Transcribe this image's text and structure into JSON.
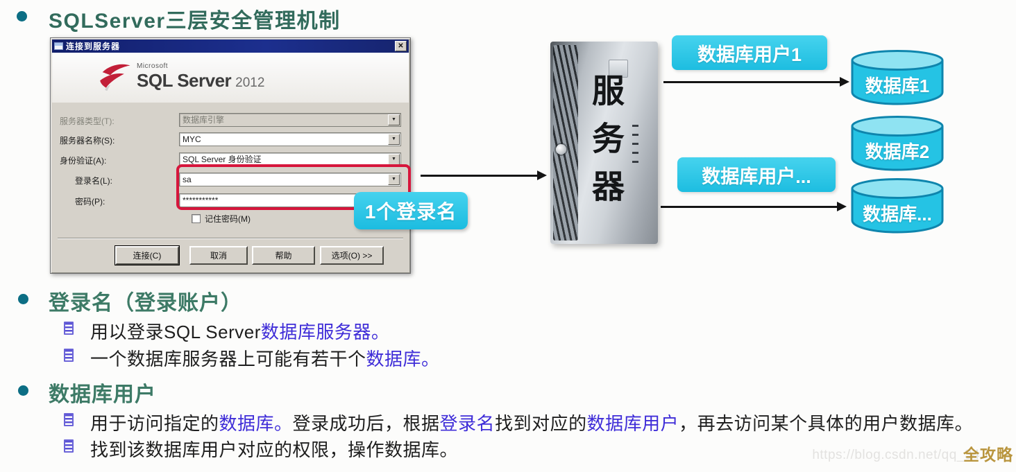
{
  "page": {
    "title": "SQLServer三层安全管理机制",
    "watermark": {
      "url": "https://blog.csdn.net/qq_34",
      "brand": "全攻略"
    }
  },
  "icons": {
    "close": "✕",
    "dropdown": "▼"
  },
  "colors": {
    "accent_cyan": "#29c5e6",
    "heading_green": "#3d7a66",
    "link_blue": "#3f2dd8",
    "highlight_red": "#d6163c",
    "title_teal": "#326b5c"
  },
  "dialog": {
    "title": "连接到服务器",
    "logo": {
      "brand": "Microsoft",
      "product": "SQL Server",
      "year": "2012"
    },
    "fields": [
      {
        "label": "服务器类型(T):",
        "value": "数据库引擎"
      },
      {
        "label": "服务器名称(S):",
        "value": "MYC"
      },
      {
        "label": "身份验证(A):",
        "value": "SQL Server 身份验证"
      },
      {
        "label": "登录名(L):",
        "value": "sa"
      },
      {
        "label": "密码(P):",
        "value": "***********"
      }
    ],
    "checkbox_label": "记住密码(M)",
    "buttons": [
      {
        "label": "连接(C)"
      },
      {
        "label": "取消"
      },
      {
        "label": "帮助"
      },
      {
        "label": "选项(O) >>"
      }
    ]
  },
  "annotation": {
    "callout": "1个登录名"
  },
  "diagram": {
    "server": "服务器",
    "user_boxes": [
      {
        "label": "数据库用户1"
      },
      {
        "label": "数据库用户..."
      }
    ],
    "databases": [
      {
        "label": "数据库1"
      },
      {
        "label": "数据库2"
      },
      {
        "label": "数据库..."
      }
    ]
  },
  "sections": [
    {
      "heading": "登录名（登录账户）",
      "items": [
        {
          "segments": [
            {
              "text": "用以登录SQL Server"
            },
            {
              "text": "数据库服务器。"
            }
          ]
        },
        {
          "segments": [
            {
              "text": "一个数据库服务器上可能有若干个"
            },
            {
              "text": "数据库。"
            }
          ]
        }
      ]
    },
    {
      "heading": "数据库用户",
      "items": [
        {
          "segments": [
            {
              "text": "用于访问指定的"
            },
            {
              "text": "数据库。"
            },
            {
              "text": "登录成功后，根据"
            },
            {
              "text": "登录名"
            },
            {
              "text": "找到对应的"
            },
            {
              "text": "数据库用户"
            },
            {
              "text": "，再去访问某个具体的用户数据库。"
            }
          ]
        },
        {
          "segments": [
            {
              "text": "找到该数据库用户对应的权限，操作数据库。"
            }
          ]
        }
      ]
    }
  ]
}
